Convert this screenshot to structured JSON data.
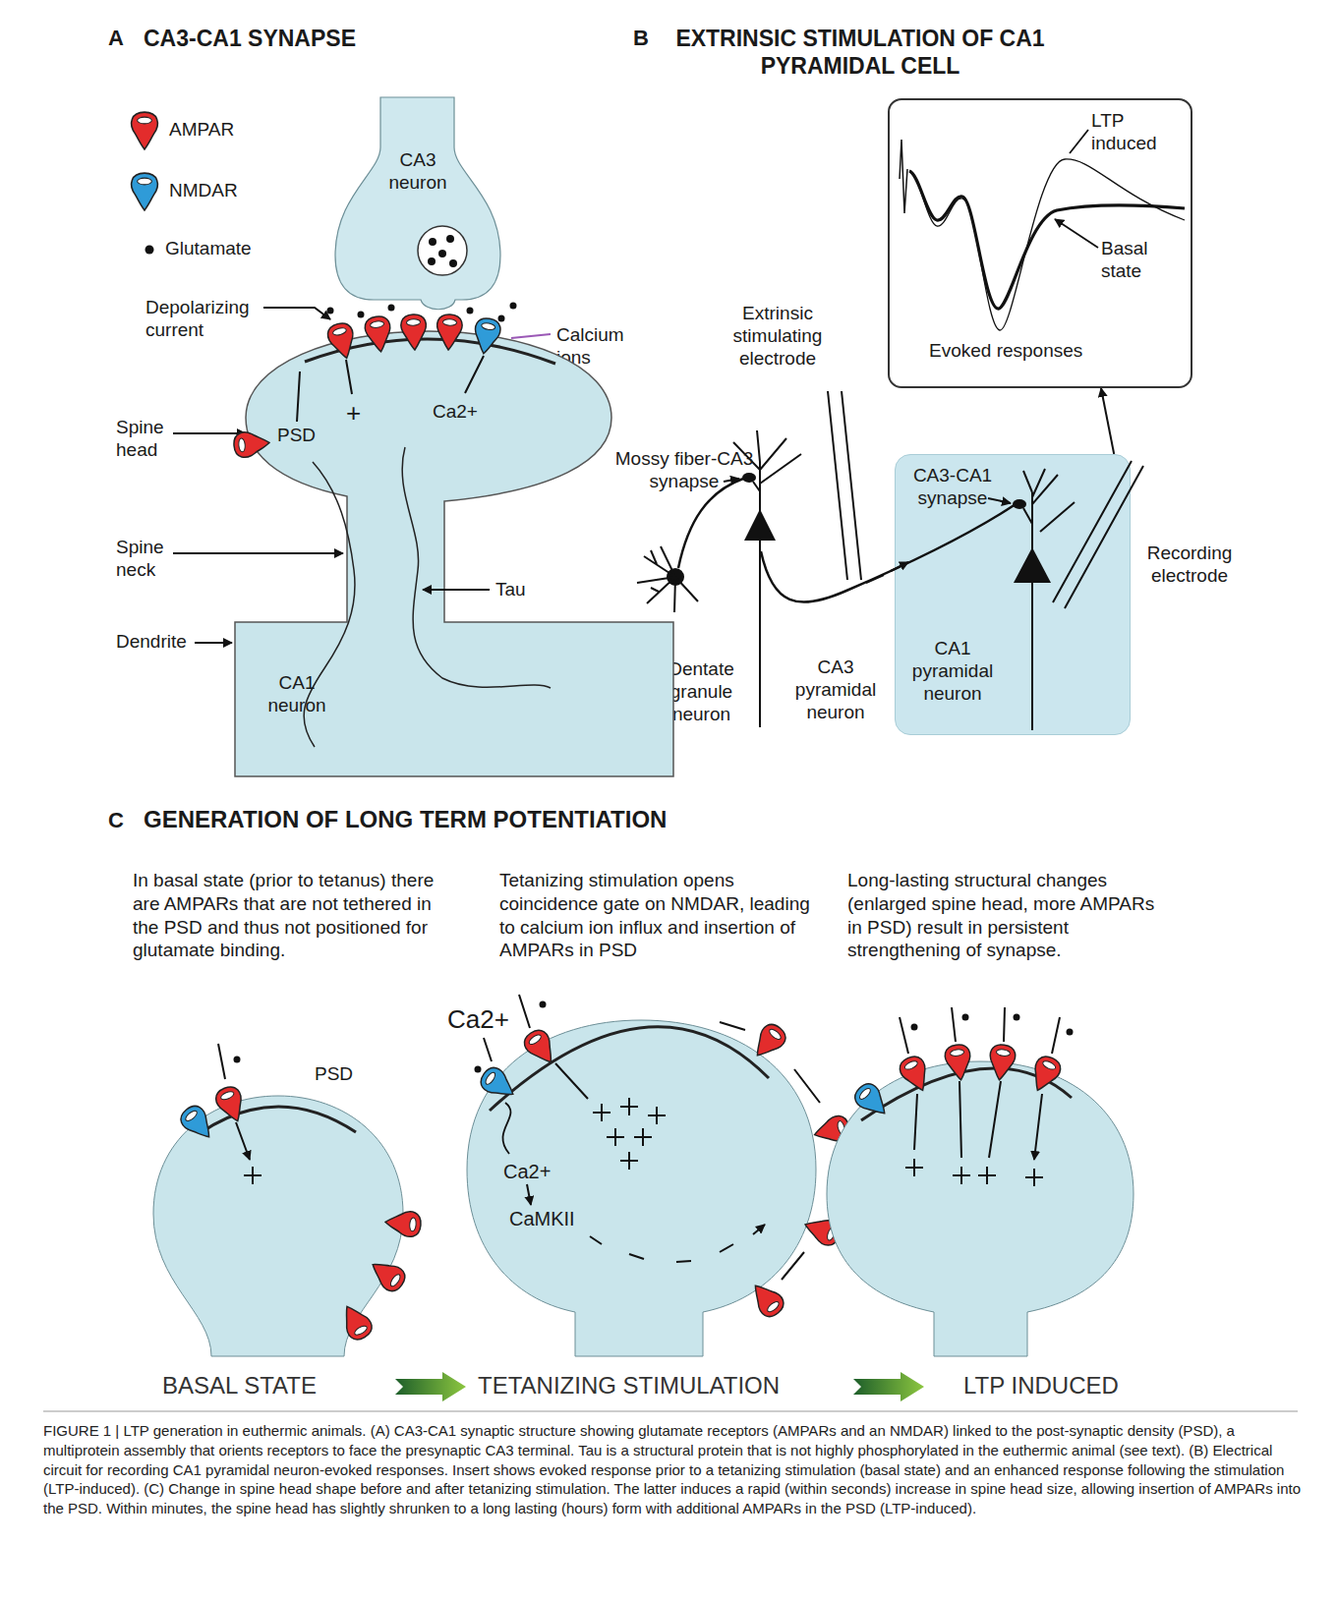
{
  "diagram": {
    "caption": "FIGURE 1 | LTP generation in euthermic animals. (A) CA3-CA1 synaptic structure showing glutamate receptors (AMPARs and an NMDAR) linked to the post-synaptic density (PSD), a multiprotein assembly that orients receptors to face the presynaptic CA3 terminal. Tau is a structural protein that is not highly phosphorylated in the euthermic animal (see text). (B) Electrical circuit for recording CA1 pyramidal neuron-evoked responses. Insert shows evoked response prior to a tetanizing stimulation (basal state) and an enhanced response following the stimulation (LTP-induced). (C) Change in spine head shape before and after tetanizing stimulation. The latter induces a rapid (within seconds) increase in spine head size, allowing insertion of AMPARs into the PSD. Within minutes, the spine head has slightly shrunken to a long lasting (hours) form with additional AMPARs in the PSD (LTP-induced).",
    "nodes": [
      {
        "text": [
          "CA3 neuron"
        ]
      },
      {
        "text": [
          "PSD",
          "+",
          "Ca2+",
          "CA1 neuron"
        ]
      },
      {
        "text": [
          "LTP induced",
          "Basal state",
          "Evoked responses"
        ]
      },
      {
        "text": [
          "CA3-CA1 synapse",
          "CA1 pyramidal neuron"
        ]
      }
    ],
    "edges": [
      {
        "from": 3,
        "to": 2,
        "arrow": "to"
      }
    ],
    "labels": [
      "A",
      "CA3-CA1 SYNAPSE",
      "Depolarizing current",
      "Calcium ions",
      "Spine head",
      "Spine neck",
      "Dendrite",
      "Tau",
      "B",
      "EXTRINSIC STIMULATION OF CA1 PYRAMIDAL CELL",
      "Extrinsic stimulating electrode",
      "Mossy fiber-CA3 synapse",
      "Dentate granule neuron",
      "CA3 pyramidal neuron",
      "Recording electrode",
      "C",
      "GENERATION OF LONG TERM POTENTIATION",
      "In basal state (prior to tetanus) there are AMPARs that are not tethered in the PSD and thus not positioned for glutamate binding.",
      "Tetanizing stimulation opens coincidence gate on NMDAR, leading to calcium ion influx and insertion of AMPARs in PSD",
      "Long-lasting structural changes (enlarged spine head, more AMPARs in PSD) result in persistent strengthening of synapse.",
      "PSD",
      "Ca2+",
      "Ca2+",
      "CaMKII",
      "BASAL STATE",
      "TETANIZING STIMULATION",
      "LTP INDUCED"
    ],
    "legend": [
      {
        "text": "AMPAR"
      },
      {
        "text": "NMDAR"
      },
      {
        "text": "Glutamate"
      }
    ]
  }
}
